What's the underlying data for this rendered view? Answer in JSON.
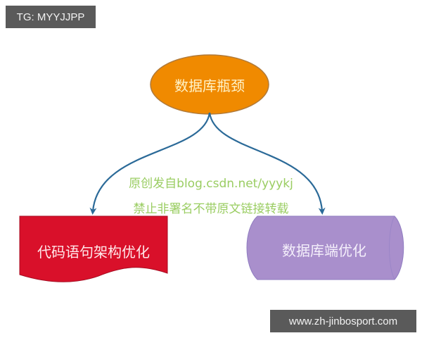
{
  "badges": {
    "top_left": "TG: MYYJJPP",
    "bottom_right": "www.zh-jinbosport.com"
  },
  "diagram": {
    "root": {
      "label": "数据库瓶颈",
      "shape": "ellipse",
      "color": "#f08a00"
    },
    "children": [
      {
        "label": "代码语句架构优化",
        "shape": "wavy-document",
        "color": "#d9102a"
      },
      {
        "label": "数据库端优化",
        "shape": "stored-data",
        "color": "#a98fcc"
      }
    ],
    "connector_color": "#2b6a98"
  },
  "watermark": {
    "line1": "原创发自blog.csdn.net/yyykj",
    "line2": "禁止非署名不带原文链接转载",
    "color": "#9acd62"
  }
}
